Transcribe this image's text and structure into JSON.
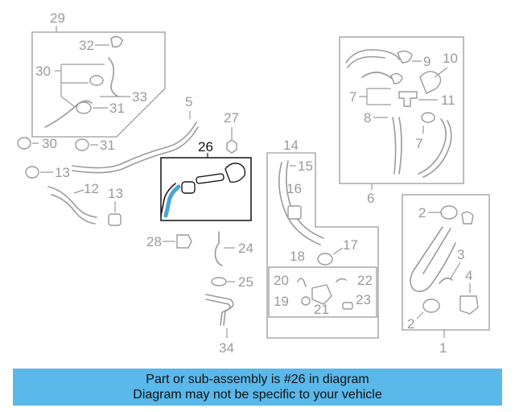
{
  "callouts": {
    "c29": "29",
    "c32": "32",
    "c30a": "30",
    "c33": "33",
    "c31a": "31",
    "c30b": "30",
    "c31b": "31",
    "c5": "5",
    "c27": "27",
    "c26": "26",
    "c13a": "13",
    "c12": "12",
    "c13b": "13",
    "c14": "14",
    "c15": "15",
    "c16": "16",
    "c17": "17",
    "c18": "18",
    "c20": "20",
    "c22": "22",
    "c19": "19",
    "c21": "21",
    "c23": "23",
    "c28": "28",
    "c24": "24",
    "c25": "25",
    "c34": "34",
    "c9": "9",
    "c10": "10",
    "c7a": "7",
    "c11": "11",
    "c8": "8",
    "c7b": "7",
    "c6": "6",
    "c2a": "2",
    "c3": "3",
    "c4": "4",
    "c2b": "2",
    "c1": "1"
  },
  "highlighted_part": "26",
  "colors": {
    "highlight_box": "#111111",
    "part_highlight": "#4aa3d8",
    "banner": "#5ab8ea",
    "parts": "#9a9a9a"
  },
  "banner": {
    "line1": "Part or sub-assembly is #26 in diagram",
    "line2": "Diagram may not be specific to your vehicle"
  }
}
